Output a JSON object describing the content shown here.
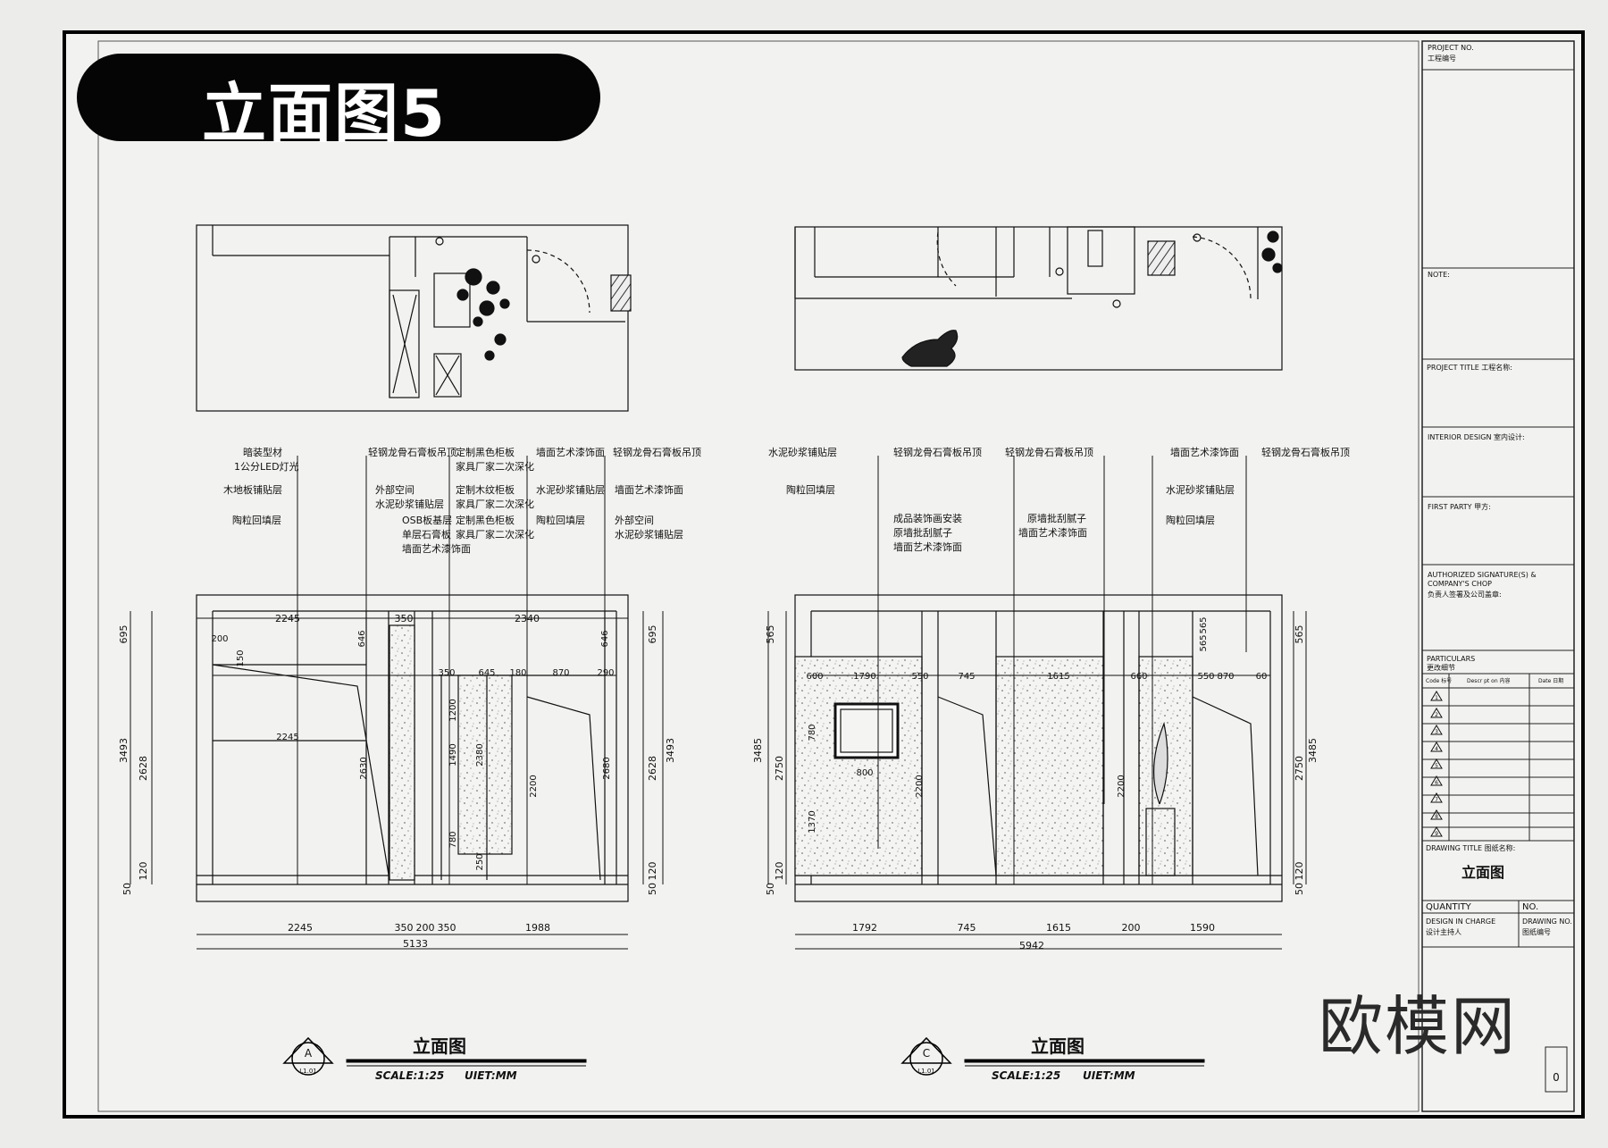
{
  "header": {
    "title": "立面图5"
  },
  "watermark": {
    "brand": "欧模网"
  },
  "elevation_a": {
    "view_title": "立面图",
    "scale": "SCALE:1:25",
    "unit": "UIET:MM",
    "marker_letter": "A",
    "marker_sub": "L1.01",
    "notes": [
      "暗装型材",
      "1公分LED灯光",
      "木地板铺贴层",
      "陶粒回填层",
      "轻钢龙骨石膏板吊顶",
      "外部空间",
      "水泥砂浆铺贴层",
      "OSB板基层",
      "单层石膏板",
      "墙面艺术漆饰面",
      "定制黑色柜板",
      "家具厂家二次深化",
      "定制木纹柜板",
      "家具厂家二次深化",
      "定制黑色柜板",
      "家具厂家二次深化",
      "墙面艺术漆饰面",
      "水泥砂浆铺贴层",
      "陶粒回填层",
      "轻钢龙骨石膏板吊顶",
      "墙面艺术漆饰面",
      "外部空间",
      "水泥砂浆铺贴层"
    ],
    "top_dims": [
      "2245",
      "350",
      "2340"
    ],
    "inner_dims": [
      "350",
      "645",
      "180",
      "870",
      "290",
      "200",
      "150",
      "2245",
      "646",
      "646"
    ],
    "vert_dims": [
      "1200",
      "1490",
      "2380",
      "780",
      "250",
      "2200",
      "2630",
      "2680"
    ],
    "left_dims": [
      "695",
      "3493",
      "2628",
      "120",
      "50"
    ],
    "right_dims": [
      "695",
      "3493",
      "2628",
      "120",
      "50"
    ],
    "bottom_dims": [
      "2245",
      "350",
      "200",
      "350",
      "1988"
    ],
    "total": "5133"
  },
  "elevation_c": {
    "view_title": "立面图",
    "scale": "SCALE:1:25",
    "unit": "UIET:MM",
    "marker_letter": "C",
    "marker_sub": "L1.01",
    "notes": [
      "水泥砂浆铺贴层",
      "陶粒回填层",
      "轻钢龙骨石膏板吊顶",
      "成品装饰画安装",
      "原墙批刮腻子",
      "墙面艺术漆饰面",
      "轻钢龙骨石膏板吊顶",
      "原墙批刮腻子",
      "墙面艺术漆饰面",
      "墙面艺术漆饰面",
      "水泥砂浆铺贴层",
      "陶粒回填层",
      "轻钢龙骨石膏板吊顶"
    ],
    "inner_dims": [
      "600",
      "1790",
      "550",
      "745",
      "1615",
      "660",
      "550",
      "870",
      "60",
      "780",
      "800",
      "1370",
      "2200",
      "2200",
      "565",
      "565"
    ],
    "left_dims": [
      "565",
      "3485",
      "2750",
      "120",
      "50"
    ],
    "right_dims": [
      "565",
      "3485",
      "2750",
      "120",
      "50"
    ],
    "bottom_dims": [
      "1792",
      "745",
      "1615",
      "200",
      "1590"
    ],
    "total": "5942"
  },
  "title_block": {
    "project_no": "PROJECT NO.",
    "project_no_cn": "工程编号",
    "note_label": "NOTE:",
    "project_title": "PROJECT TITLE 工程名称:",
    "interior_design": "INTERIOR DESIGN 室内设计:",
    "first_party": "FIRST PARTY 甲方:",
    "authorized": "AUTHORIZED SIGNATURE(S) &",
    "company_chop": "COMPANY'S CHOP",
    "company_chop_cn": "负责人签署及公司盖章:",
    "particulars": "PARTICULARS",
    "particulars_cn": "更改细节",
    "table_headers": [
      "Code 标号",
      "Descr pt on 内容",
      "Date 日期"
    ],
    "revision_marks": [
      "1",
      "2",
      "3",
      "4",
      "5",
      "6",
      "7",
      "8",
      "9"
    ],
    "drawing_title_label": "DRAWING TITLE 图纸名称:",
    "drawing_title": "立面图",
    "quantity": "QUANTITY",
    "no": "NO.",
    "design_in_charge": "DESIGN IN CHARGE",
    "design_in_charge_cn": "设计主持人",
    "drawing_no": "DRAWING NO.",
    "drawing_no_cn": "图纸编号",
    "sheet_no": "0"
  }
}
